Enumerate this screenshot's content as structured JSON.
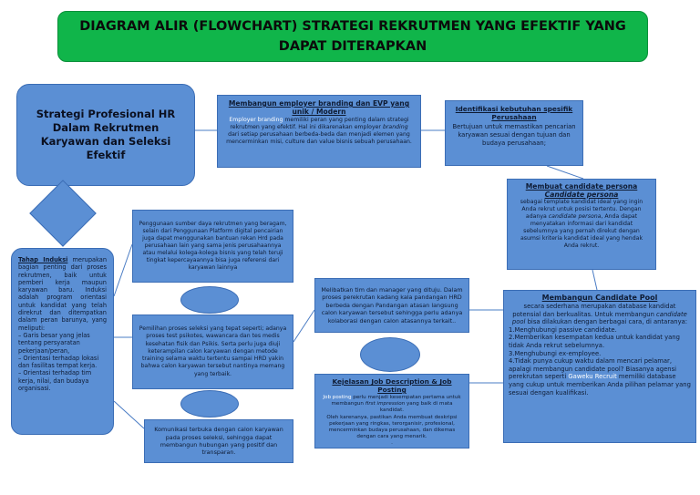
{
  "title": "DIAGRAM ALIR (FLOWCHART) STRATEGI REKRUTMEN YANG EFEKTIF YANG DAPAT DITERAPKAN",
  "main_node": "Strategi Profesional HR Dalam Rekrutmen Karyawan dan Seleksi Efektif",
  "employer_branding": {
    "heading": "Membangun employer branding dan EVP yang unik / Modern",
    "highlight": "Employer branding",
    "body_1": " memiliki peran yang penting dalam strategi rekrutmen yang efektif. Hal ini dikarenakan employer ",
    "italic": "branding",
    "body_2": " dari setiap perusahaan berbeda-beda dan menjadi elemen yang mencerminkan misi, culture dan value bisnis sebuah perusahaan."
  },
  "kebutuhan": {
    "heading": "Identifikasi kebutuhan spesifik Perusahaan",
    "body": "Bertujuan untuk memastikan pencarian karyawan sesuai dengan tujuan dan budaya perusahaan;"
  },
  "candidate_persona": {
    "heading": "Membuat candidate persona",
    "subheading": "Candidate persona",
    "body_1": "sebagai template kandidat ideal yang ingin Anda rekrut untuk posisi tertentu. Dengan adanya ",
    "italic": "candidate persona",
    "body_2": ", Anda dapat menyatakan informasi dari kandidat sebelumnya yang pernah direkut dengan asumsi kriteria kandidat ideal yang hendak Anda rekrut."
  },
  "candidate_pool": {
    "heading": "Membangun Candidate Pool",
    "intro_1": "secara sederhana merupakan database kandidat potensial dan berkualitas. Untuk membangun ",
    "intro_italic": "candidate pool",
    "intro_2": " bisa dilakukan dengan berbagai cara, di antaranya:",
    "items": [
      "1.Menghubungi passive candidate.",
      "2.Memberikan kesempatan kedua untuk kandidat yang tidak Anda rekrut sebelumnya.",
      "3.Menghubungi ex-employee.",
      "4.Tidak punya cukup waktu dalam mencari pelamar, apalagi membangun candidate pool? Biasanya agensi perekrutan seperti "
    ],
    "highlight": "Gaweku Recruit",
    "tail": " memiliki database yang cukup untuk memberikan Anda pilihan pelamar yang sesuai dengan kualifikasi."
  },
  "libatkan_tim": "Melibatkan tim dan manager yang dituju. Dalam proses perekrutan kadang kala pandangan HRD berbeda dengan Pandangan atasan langsung calon karyawan tersebut sehingga perlu adanya kolaborasi dengan calon atasannya terkait..",
  "job_posting": {
    "heading": "Kejelasan Job Description & Job Posting",
    "highlight": "Job posting",
    "body_1": " perlu menjadi kesempatan pertama untuk membangun ",
    "italic": "first impression",
    "body_2": " yang baik di mata kandidat.",
    "body_3": "Oleh karenanya, pastikan Anda membuat deskripsi pekerjaan yang ringkas, terorganisir, profesional, mencerminkan budaya perusahaan, dan dikemas dengan cara yang menarik.",
    "dot": "."
  },
  "sumber_daya": "Penggunaan sumber daya rekrutmen yang beragam, selain dari Penggunaan Platform digital pencairian juga dapat menggunakan bantuan rekan Hrd pada perusahaan lain yang sama jenis perusahaannya atau melalui kolega-kolega bisnis yang telah teruji tingkat kepercayaannya bisa juga referensi dari karyawan lainnya",
  "proses_seleksi": "Pemilihan proses seleksi yang tepat seperti; adanya proses test psikotes, wawancara dan tes medis kesehatan fisik dan Psikis. Serta perlu juga diuji keterampilan calon karyawan dengan metode training selama waktu tertentu sampai HRD yakin bahwa calon karyawan tersebut nantinya memang yang terbaik.",
  "komunikasi": "Komunikasi terbuka dengan calon karyawan pada proses seleksi, sehingga dapat membangun hubungan yang positif dan transparan.",
  "induksi": {
    "heading": "Tahap Induksi",
    "body": " merupakan bagian penting dari proses rekrutmen, baik untuk pemberi kerja maupun karyawan baru. Induksi adalah program orientasi untuk kandidat yang telah direkrut dan ditempatkan dalam peran barunya, yang meliputi:",
    "items": [
      "– Garis besar yang jelas tentang persyaratan pekerjaan/peran,",
      "– Orientasi terhadap lokasi dan fasilitas tempat kerja.",
      "– Orientasi terhadap tim kerja, nilai, dan budaya organisasi."
    ]
  },
  "colors": {
    "title_bg": "#10b54a",
    "node": "#5b8fd4",
    "border": "#3b6db5",
    "text": "#0e1b33"
  }
}
